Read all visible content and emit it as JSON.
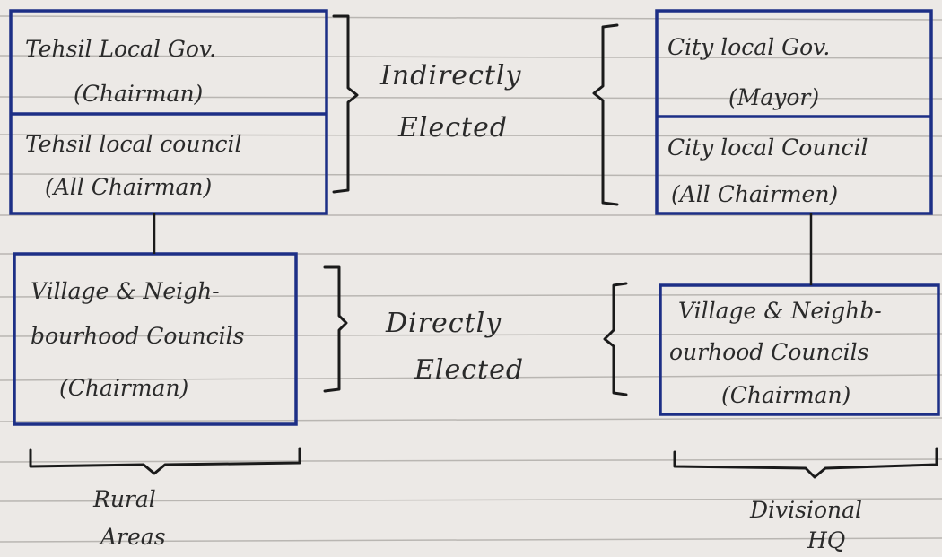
{
  "left": {
    "tehsil_gov": {
      "line1": "Tehsil Local Gov.",
      "line2": "(Chairman)"
    },
    "tehsil_council": {
      "line1": "Tehsil local council",
      "line2": "(All Chairman)"
    },
    "village": {
      "line1": "Village & Neigh-",
      "line2": "bourhood Councils",
      "line3": "(Chairman)"
    },
    "label": {
      "line1": "Rural",
      "line2": "Areas"
    }
  },
  "right": {
    "city_gov": {
      "line1": "City local Gov.",
      "line2": "(Mayor)"
    },
    "city_council": {
      "line1": "City local Council",
      "line2": "(All Chairmen)"
    },
    "village": {
      "line1": "Village & Neighb-",
      "line2": "ourhood Councils",
      "line3": "(Chairman)"
    },
    "label": {
      "line1": "Divisional",
      "line2": "HQ"
    }
  },
  "middle": {
    "indirect": {
      "line1": "Indirectly",
      "line2": "Elected"
    },
    "direct": {
      "line1": "Directly",
      "line2": "Elected"
    }
  },
  "colors": {
    "ink_blue": "#1d2f86",
    "ink_black": "#1a1a1a",
    "ruled_line": "#b9b6b2",
    "paper": "#ece9e6"
  }
}
